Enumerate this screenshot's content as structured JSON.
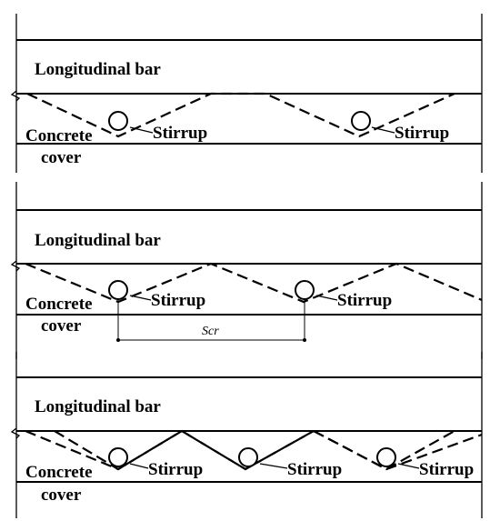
{
  "labels": {
    "longitudinal_bar": "Longitudinal bar",
    "concrete": "Concrete",
    "cover": "cover",
    "stirrup": "Stirrup",
    "spacing": "Scr"
  },
  "panels": [
    {
      "name": "panel-1",
      "stirrup_count": 2,
      "has_spacing_dimension": false
    },
    {
      "name": "panel-2",
      "stirrup_count": 2,
      "has_spacing_dimension": true
    },
    {
      "name": "panel-3",
      "stirrup_count": 3,
      "has_spacing_dimension": false
    }
  ]
}
